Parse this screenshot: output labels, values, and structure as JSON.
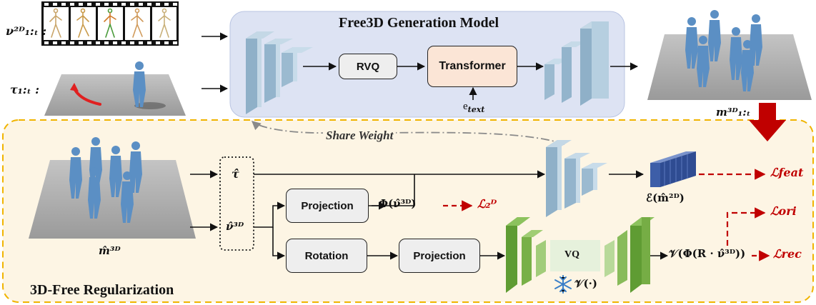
{
  "generation_title": "Free3D Generation Model",
  "regularization_title": "3D-Free Regularization",
  "share_weight": "Share Weight",
  "modules": {
    "rvq": "RVQ",
    "transformer": "Transformer",
    "projection_top": "Projection",
    "rotation": "Rotation",
    "projection_bottom": "Projection",
    "vq": "VQ"
  },
  "inputs": {
    "v2d": "ν²ᴰ₁:ₜ :",
    "tau": "τ₁:ₜ :"
  },
  "labels": {
    "e_text": "e",
    "e_text_sub": "text",
    "m3d_out": "m³ᴰ₁:ₜ",
    "m_hat": "m̂³ᴰ",
    "tau_hat": "τ̂",
    "v_hat": "ν̂³ᴰ",
    "phi": "Φ(ν̂³ᴰ)",
    "enc": "ℰ(m̂²ᴰ)",
    "vq_out": "𝒱(Φ(R · ν̂³ᴰ))",
    "v_func": "𝒱(·)"
  },
  "losses": {
    "l2d": "ℒ₂ᴰ",
    "lfeat": "ℒfeat",
    "lori": "ℒori",
    "lrec": "ℒrec"
  },
  "colors": {
    "gen_bg": "#dde3f3",
    "reg_bg": "#fdf5e4",
    "reg_border": "#f0b400",
    "encoder_blue": "#a8c4d8",
    "feature_blue": "#3d5ea8",
    "vq_green": "#6aa83c",
    "transformer_fill": "#fbe5d6",
    "loss_red": "#c00000"
  },
  "icons": [
    "snowflake-icon"
  ]
}
